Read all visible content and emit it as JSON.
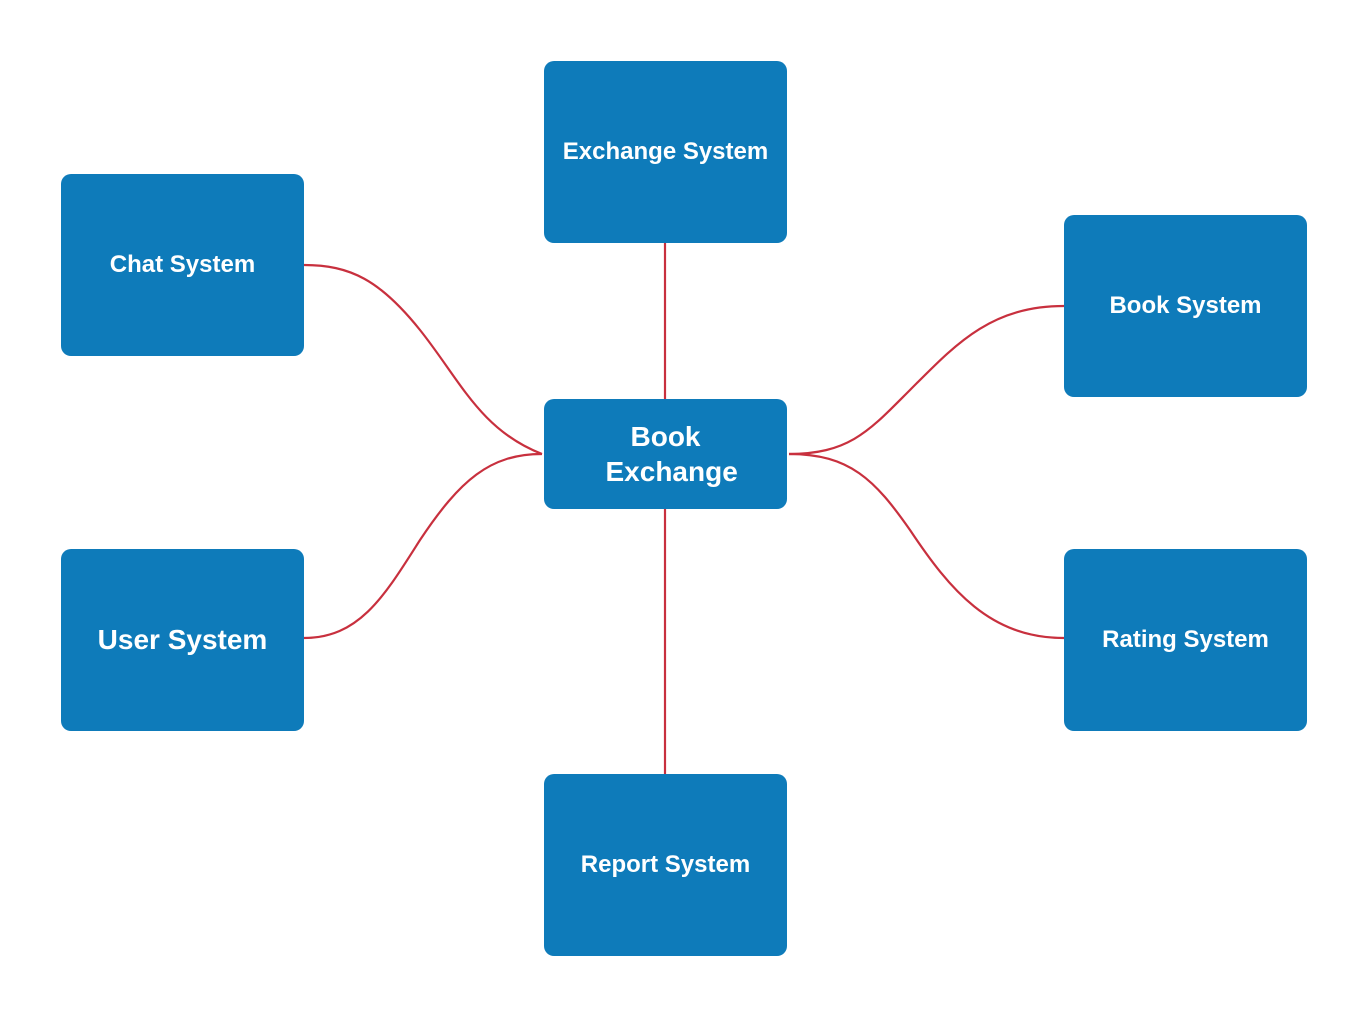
{
  "colors": {
    "node_fill": "#0e7bba",
    "node_text": "#ffffff",
    "connector": "#c8303e",
    "background": "#ffffff"
  },
  "diagram": {
    "center": {
      "label": "Book Exchange"
    },
    "nodes": {
      "exchange": {
        "label": "Exchange System"
      },
      "chat": {
        "label": "Chat System"
      },
      "book": {
        "label": "Book System"
      },
      "user": {
        "label": "User System"
      },
      "rating": {
        "label": "Rating System"
      },
      "report": {
        "label": "Report System"
      }
    }
  }
}
